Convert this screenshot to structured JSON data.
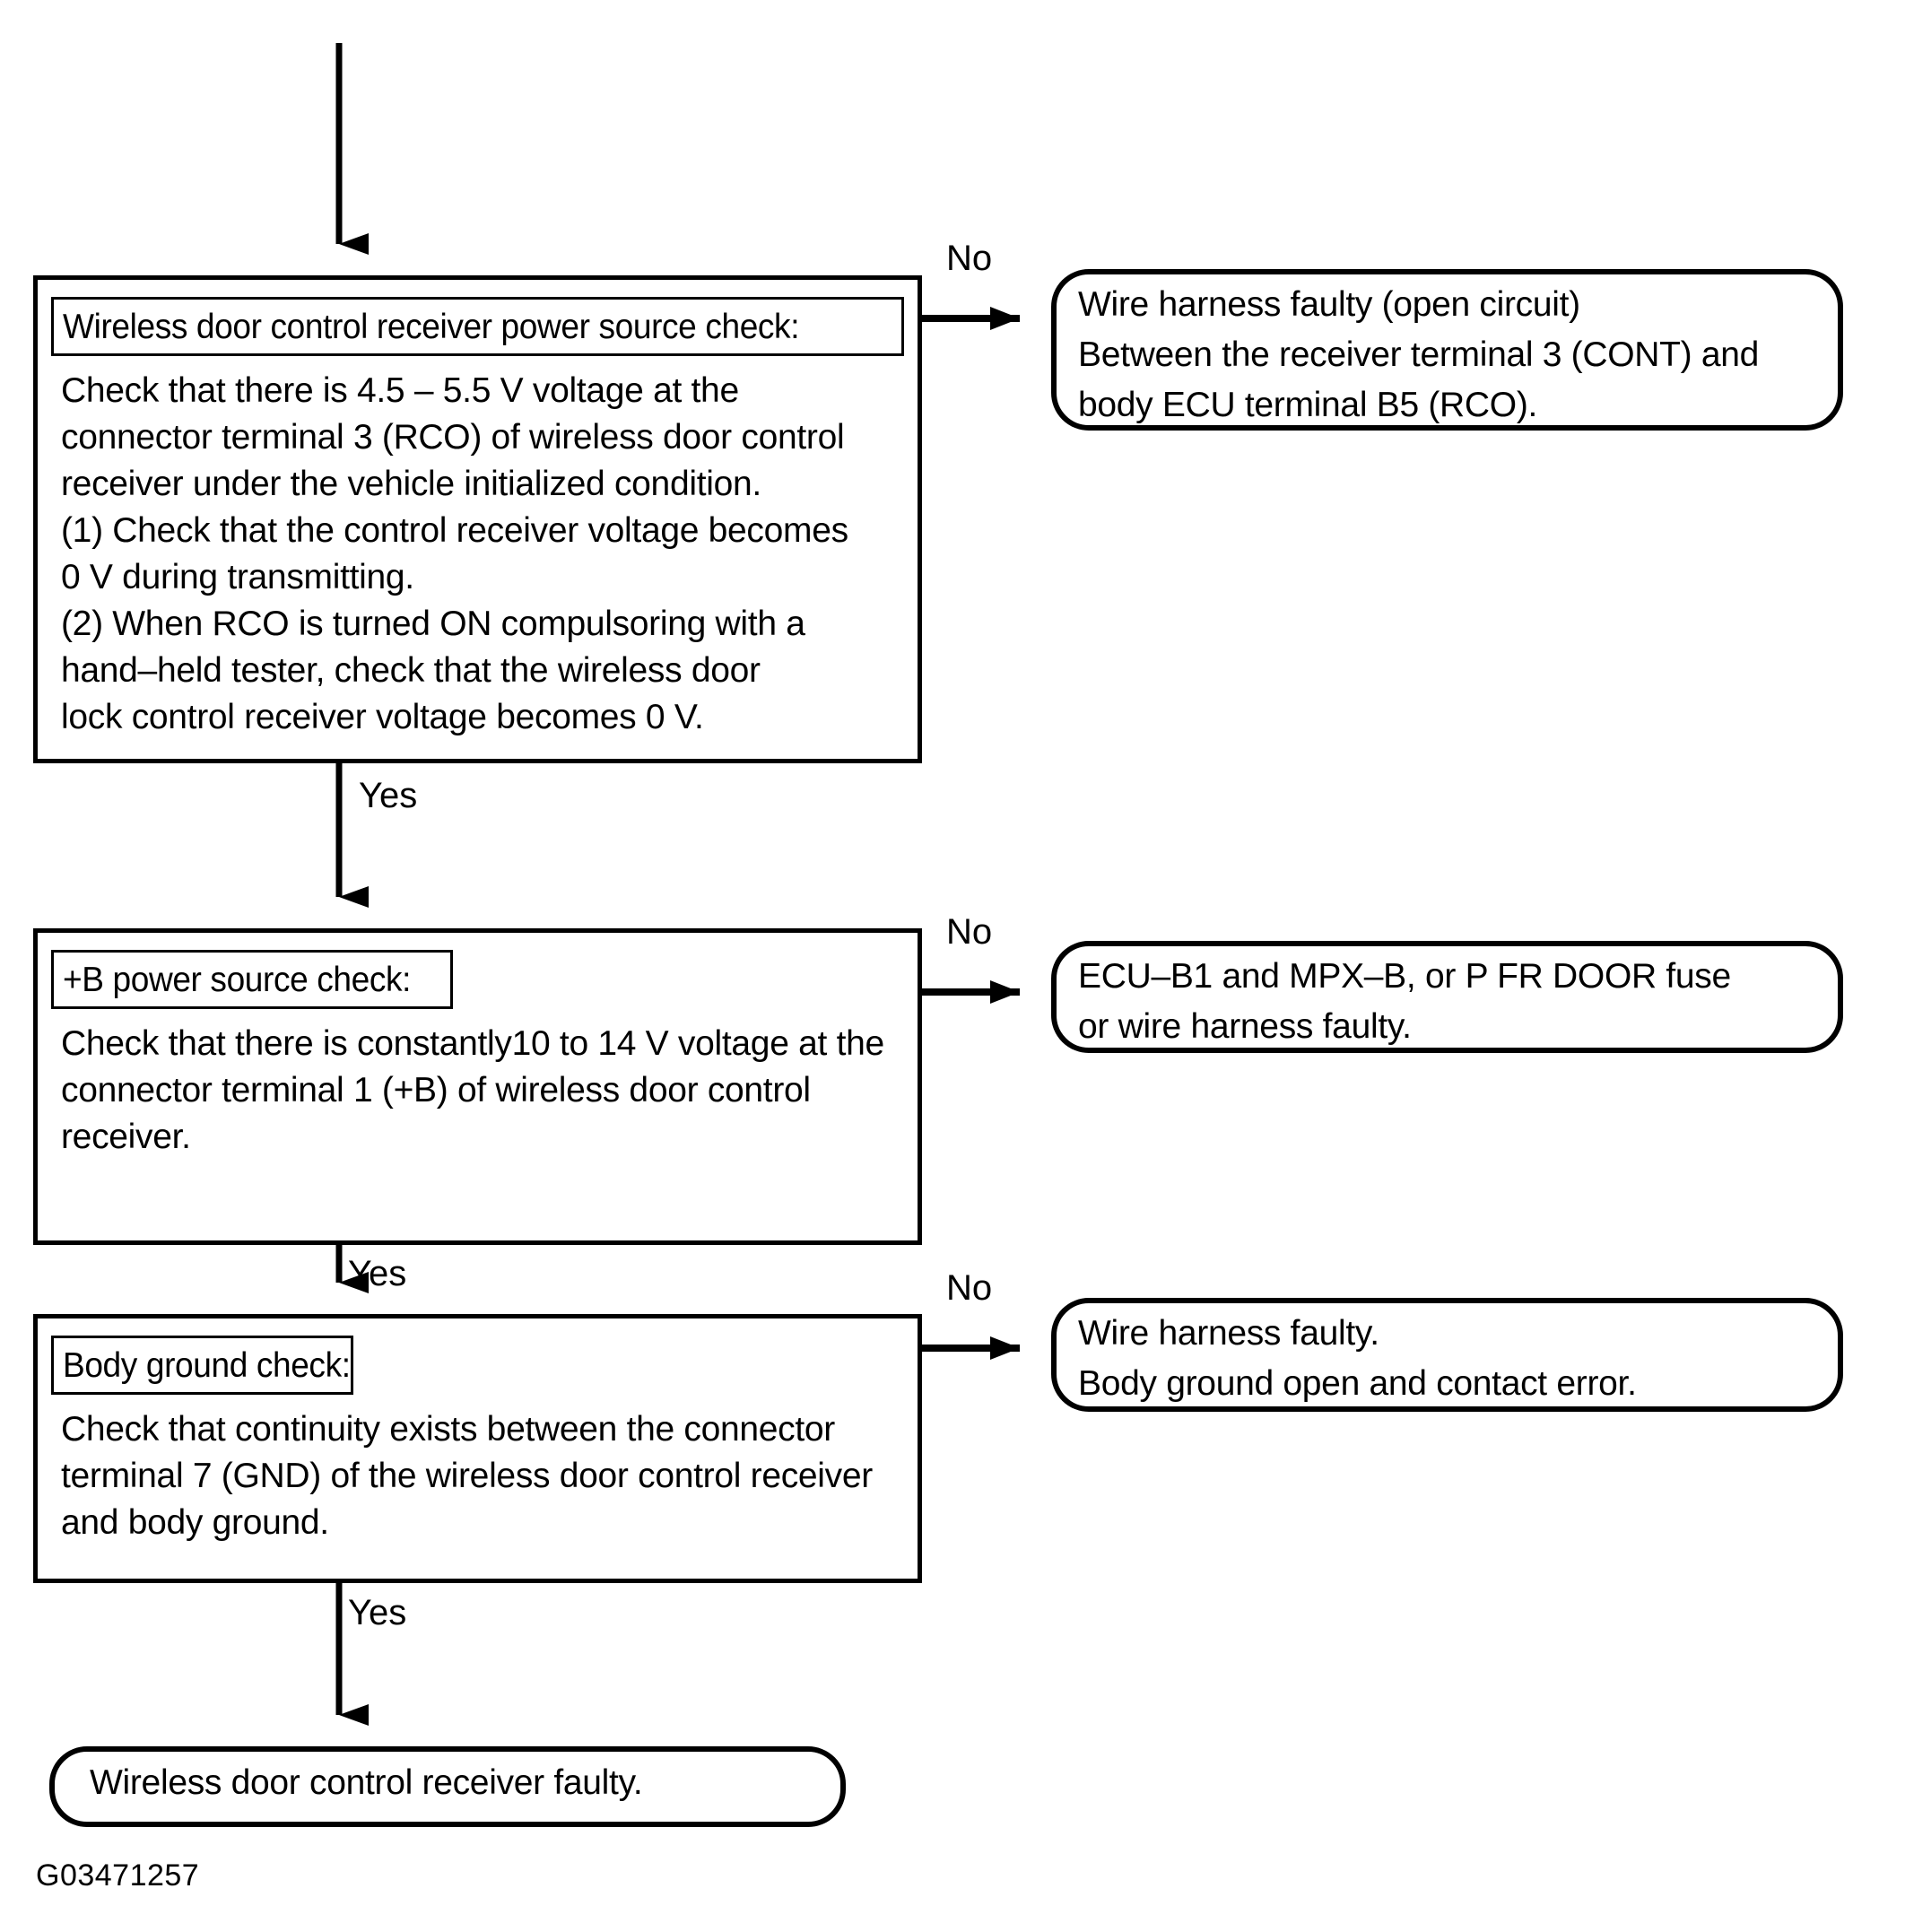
{
  "figure": {
    "id_code": "G03471257",
    "title": "Wireless door control receiver power source diagnostic flowchart"
  },
  "steps": [
    {
      "title": "Wireless door control receiver power source check:",
      "body": "Check that there is 4.5 – 5.5 V voltage at the\nconnector terminal 3 (RCO) of wireless door control\nreceiver under the vehicle initialized condition.\n(1) Check that the control receiver voltage becomes\n0 V during transmitting.\n(2) When RCO is turned ON compulsoring with a\nhand–held tester, check that the wireless door\nlock control receiver voltage becomes 0 V.",
      "no_label": "No",
      "yes_label": "Yes",
      "no_result": "Wire harness faulty (open circuit)\nBetween the receiver terminal 3 (CONT) and\nbody ECU terminal B5 (RCO)."
    },
    {
      "title": "+B power source check:",
      "body": "Check that there is constantly10 to 14 V voltage at the\nconnector terminal 1 (+B) of wireless door control\nreceiver.",
      "no_label": "No",
      "yes_label": "Yes",
      "no_result": "ECU–B1 and MPX–B, or P FR DOOR fuse\nor wire harness faulty."
    },
    {
      "title": "Body ground check:",
      "body": "Check that continuity exists between the connector\nterminal 7 (GND) of the wireless door control receiver\nand body ground.",
      "no_label": "No",
      "yes_label": "Yes",
      "no_result": "Wire harness faulty.\nBody ground open and contact error."
    }
  ],
  "final_result": "Wireless door control receiver faulty.",
  "colors": {
    "stroke": "#000000",
    "background": "#ffffff"
  }
}
